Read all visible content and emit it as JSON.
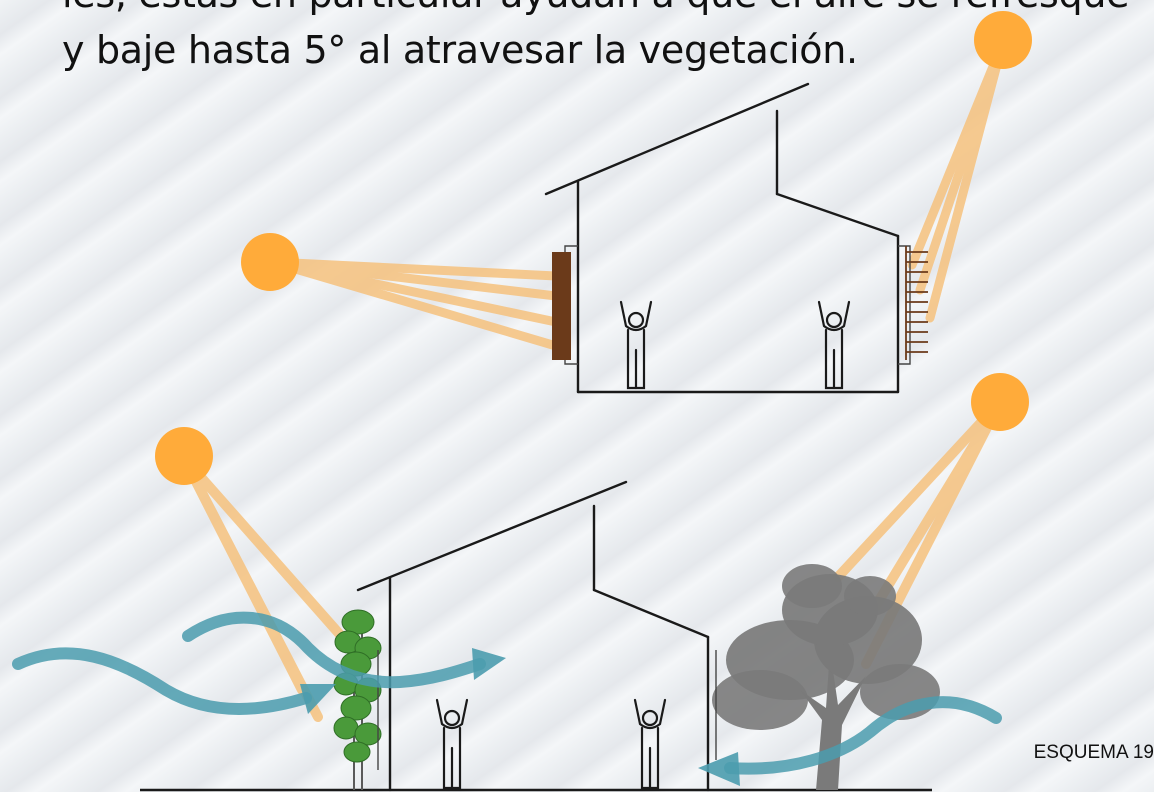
{
  "caption": {
    "line1": "les, estas en particular ayudan a que el aire se refresque",
    "line2": "y baje hasta 5° al atravesar la vegetación."
  },
  "schema_label": "ESQUEMA 19",
  "colors": {
    "sun": "#ffab3a",
    "ray": "#f6c27e",
    "wind": "#4b9cae",
    "shading_panel": "#6b3a1a",
    "house_line": "#1a1a1a",
    "tree": "#777777",
    "vine": "#4a9a3a"
  }
}
